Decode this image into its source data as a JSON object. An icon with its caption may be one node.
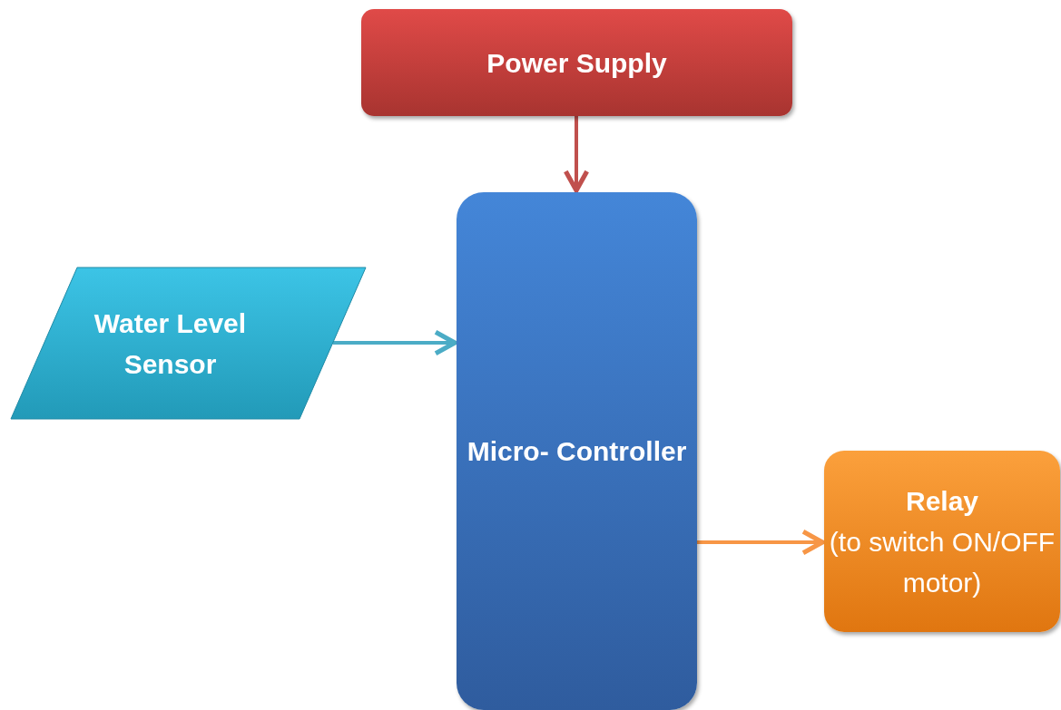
{
  "diagram": {
    "nodes": [
      {
        "text": [
          "Power Supply"
        ]
      },
      {
        "text": [
          "Water Level Sensor"
        ]
      },
      {
        "text": [
          "Micro- Controller"
        ]
      },
      {
        "text": [
          "Relay",
          "(to switch ON/OFF motor)"
        ]
      }
    ],
    "edges": [
      {
        "from": 0,
        "to": 2,
        "arrow": "to",
        "color": "#c0504d"
      },
      {
        "from": 1,
        "to": 2,
        "arrow": "to",
        "color": "#4bacc6"
      },
      {
        "from": 2,
        "to": 3,
        "arrow": "to",
        "color": "#f79646"
      }
    ]
  }
}
